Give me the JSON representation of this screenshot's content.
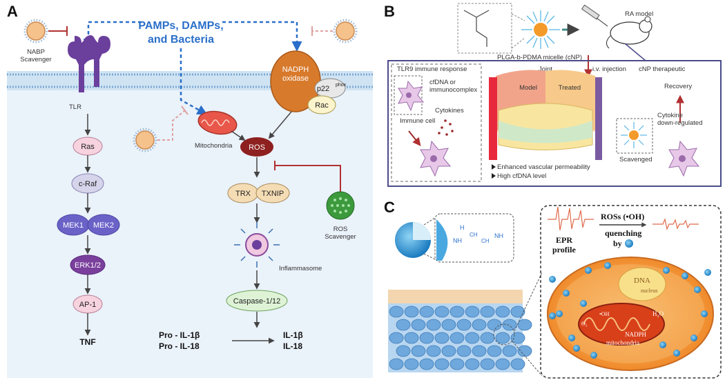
{
  "panelA": {
    "letter": "A",
    "title_line1": "PAMPs, DAMPs,",
    "title_line2": "and Bacteria",
    "nabp_line1": "NABP",
    "nabp_line2": "Scavenger",
    "tlr": "TLR",
    "nadph_line1": "NADPH",
    "nadph_line2": "oxidase",
    "p22": "p22",
    "phox": "phox",
    "rac": "Rac",
    "mitochondria": "Mitochondria",
    "ros": "ROS",
    "trx": "TRX",
    "txnip": "TXNIP",
    "ros_scav_line1": "ROS",
    "ros_scav_line2": "Scavenger",
    "inflammasome": "Inflammasome",
    "caspase": "Caspase-1/12",
    "pro_il1b": "Pro - IL-1β",
    "pro_il18": "Pro - IL-18",
    "il1b": "IL-1β",
    "il18": "IL-18",
    "cascade": [
      "Ras",
      "c-Raf",
      "MEK1",
      "MEK2",
      "ERK1/2",
      "AP-1"
    ],
    "tnf": "TNF"
  },
  "panelB": {
    "letter": "B",
    "micelle_label": "PLGA-b-PDMA micelle (cNP)",
    "ra_model": "RA model",
    "iv_injection": "i.v. injection",
    "cnp_therapeutic": "cNP therapeutic",
    "tlr9": "TLR9 immune response",
    "joint": "Joint",
    "model": "Model",
    "treated": "Treated",
    "cfdna_line1": "cfDNA or",
    "cfdna_line2": "immunocomplex",
    "immune_cell": "Immune cell",
    "cytokines": "Cytokines",
    "enhanced": "Enhanced vascular permeability",
    "high_cfdna": "High cfDNA level",
    "recovery": "Recovery",
    "cytokine_line1": "Cytokine",
    "cytokine_line2": "down-regulated",
    "scavenged": "Scavenged"
  },
  "panelC": {
    "letter": "C",
    "nh": "NH",
    "ch2a": "CH",
    "ch2b": "CH",
    "nh2": "NH",
    "h": "H",
    "epr_line1": "EPR",
    "epr_line2": "profile",
    "ros_quench_line1": "ROSs (•OH)",
    "ros_quench_line2": "quenching",
    "by": "by",
    "dna": "DNA",
    "nucleus": "nucleus",
    "oh": "•OH",
    "h2o": "H₂O",
    "o2": "O₂",
    "nadph": "NADPH",
    "mitochondria": "mitochondria"
  }
}
